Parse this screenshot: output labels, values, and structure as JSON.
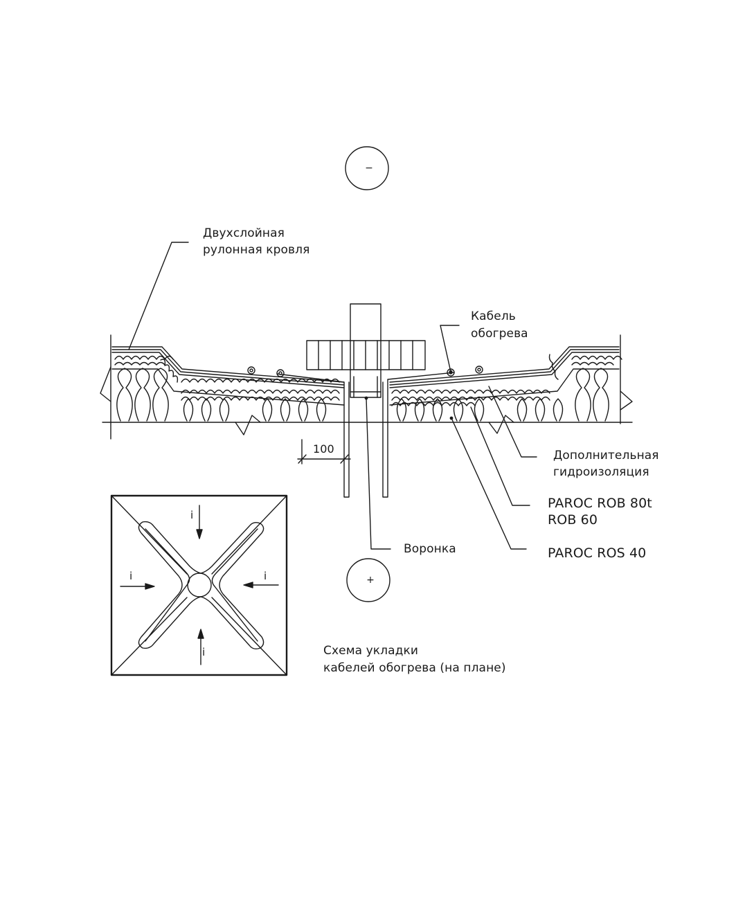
{
  "labels": {
    "roofing_line1": "Двухслойная",
    "roofing_line2": "рулонная кровля",
    "cable_line1": "Кабель",
    "cable_line2": "обогрева",
    "extra_line1": "Дополнительная",
    "extra_line2": "гидроизоляция",
    "rob_line1": "PAROC ROB 80t",
    "rob_line2": "ROB 60",
    "funnel": "Воронка",
    "ros": "PAROC ROS 40",
    "dimension": "100",
    "scheme_line1": "Схема укладки",
    "scheme_line2": "кабелей обогрева (на плане)"
  },
  "symbols": {
    "minus": "−",
    "plus": "+",
    "flow": "i"
  },
  "colors": {
    "line": "#1a1a1a",
    "background": "#ffffff"
  }
}
